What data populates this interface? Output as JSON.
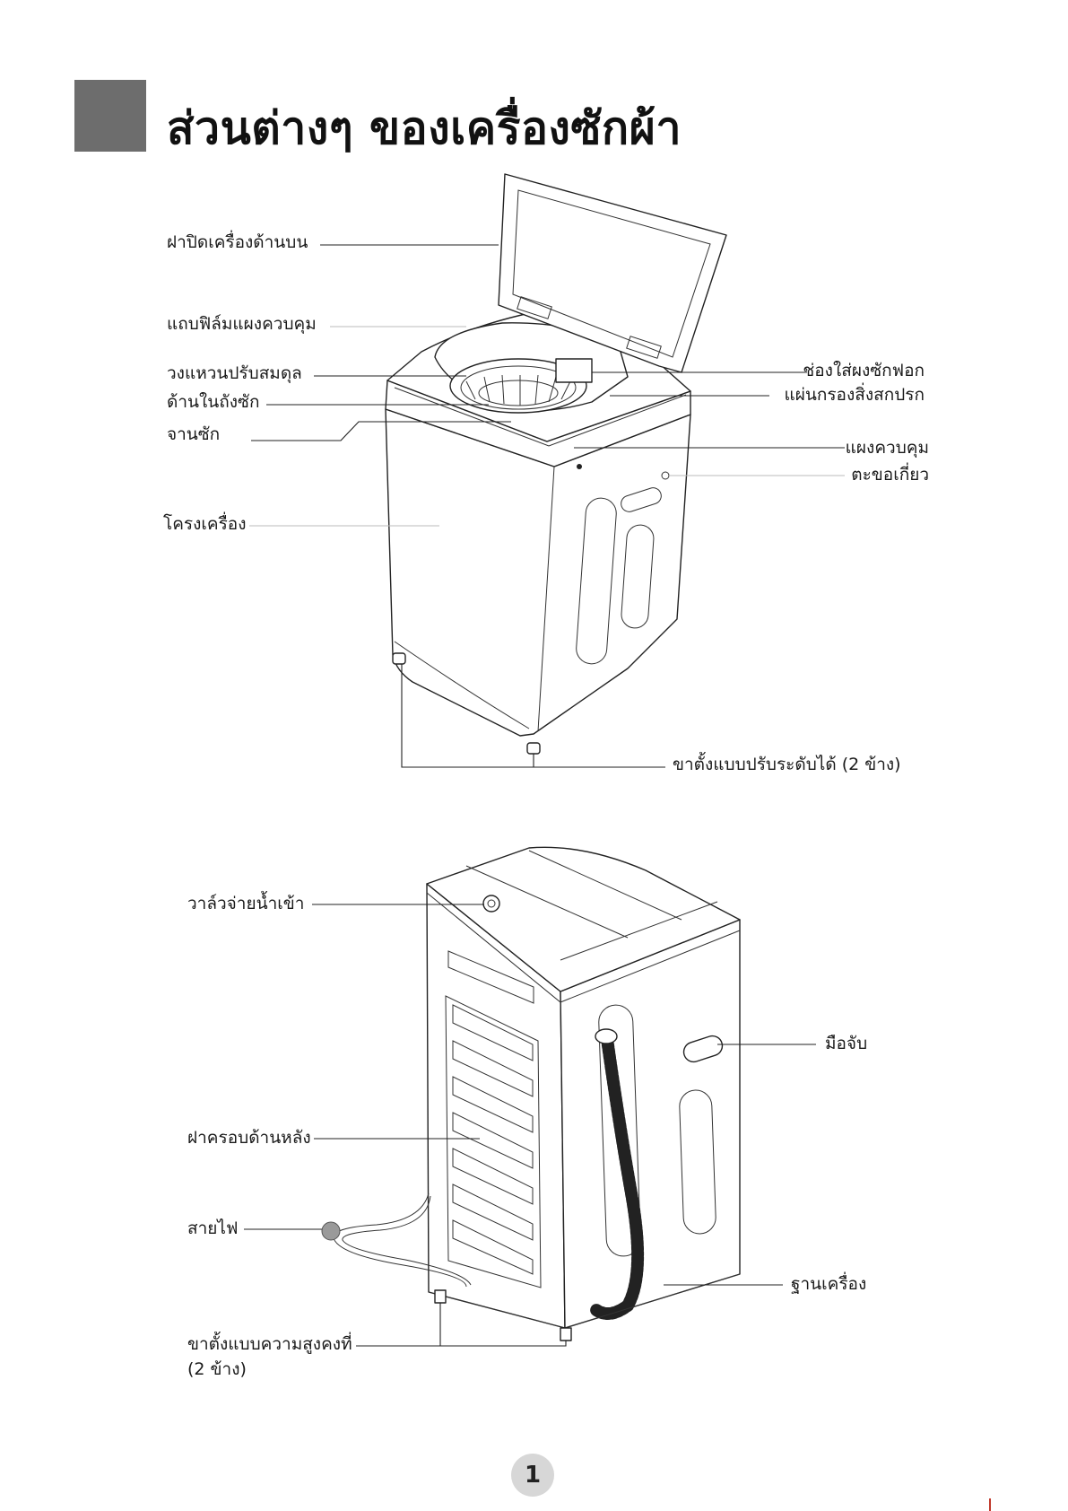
{
  "title": "ส่วนต่างๆ ของเครื่องซักผ้า",
  "front_view": {
    "labels": {
      "top_lid": "ฝาปิดเครื่องด้านบน",
      "control_panel_film": "แถบฟิล์มแผงควบคุม",
      "balance_ring": "วงแหวนปรับสมดุล",
      "inner_tub": "ด้านในถังซัก",
      "pulsator": "จานซัก",
      "cabinet": "โครงเครื่อง",
      "detergent_box": "ช่องใส่ผงซักฟอก",
      "lint_filter": "แผ่นกรองสิ่งสกปรก",
      "control_panel": "แผงควบคุม",
      "hook": "ตะขอเกี่ยว",
      "adjustable_feet": "ขาตั้งแบบปรับระดับได้ (2 ข้าง)"
    }
  },
  "rear_view": {
    "labels": {
      "inlet_valve": "วาล์วจ่ายน้ำเข้า",
      "handle": "มือจับ",
      "rear_cover": "ฝาครอบด้านหลัง",
      "power_cord": "สายไฟ",
      "base": "ฐานเครื่อง",
      "fixed_feet_line1": "ขาตั้งแบบความสูงคงที่",
      "fixed_feet_line2": "(2 ข้าง)"
    }
  },
  "page_number": "1"
}
